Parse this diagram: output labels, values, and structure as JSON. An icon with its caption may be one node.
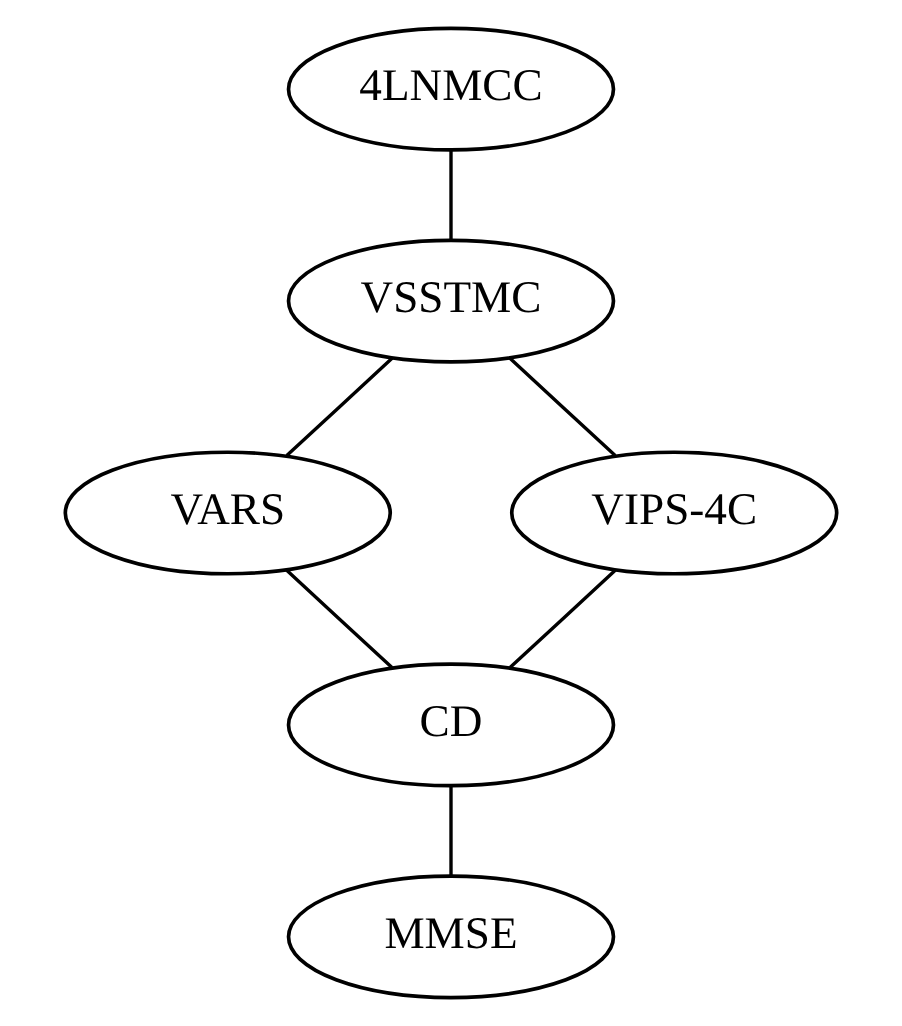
{
  "diagram": {
    "nodes": [
      {
        "text": [
          "4LNMCC"
        ]
      },
      {
        "text": [
          "VSSTMC"
        ]
      },
      {
        "text": [
          "VARS"
        ]
      },
      {
        "text": [
          "VIPS-4C"
        ]
      },
      {
        "text": [
          "CD"
        ]
      },
      {
        "text": [
          "MMSE"
        ]
      }
    ],
    "edges": [
      {
        "from": 0,
        "to": 1,
        "arrow": "none"
      },
      {
        "from": 1,
        "to": 2,
        "arrow": "none"
      },
      {
        "from": 1,
        "to": 3,
        "arrow": "none"
      },
      {
        "from": 2,
        "to": 4,
        "arrow": "none"
      },
      {
        "from": 3,
        "to": 4,
        "arrow": "none"
      },
      {
        "from": 4,
        "to": 5,
        "arrow": "none"
      }
    ]
  }
}
